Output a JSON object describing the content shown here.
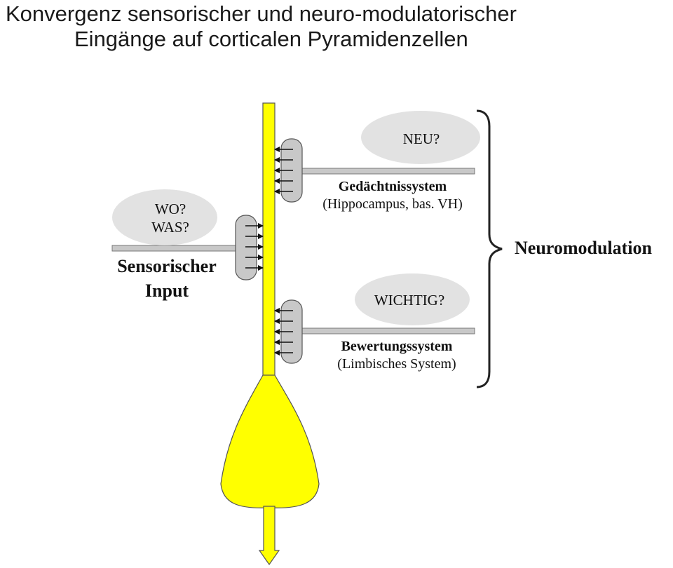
{
  "title": {
    "line1": "Konvergenz sensorischer und neuro-modulatorischer",
    "line2": "Eingänge auf corticalen Pyramidenzellen"
  },
  "sensory": {
    "question1": "WO?",
    "question2": "WAS?",
    "label_line1": "Sensorischer",
    "label_line2": "Input"
  },
  "memory": {
    "question": "NEU?",
    "label_line1": "Gedächtnissystem",
    "label_line2": "(Hippocampus, bas. VH)"
  },
  "evaluation": {
    "question": "WICHTIG?",
    "label_line1": "Bewertungssystem",
    "label_line2": "(Limbisches System)"
  },
  "neuromodulation": {
    "label": "Neuromodulation"
  },
  "colors": {
    "neuron": "#ffff00",
    "synapse": "#c8c8c8",
    "bubble": "#e2e2e2",
    "axon_fiber": "#c8c8c8"
  }
}
